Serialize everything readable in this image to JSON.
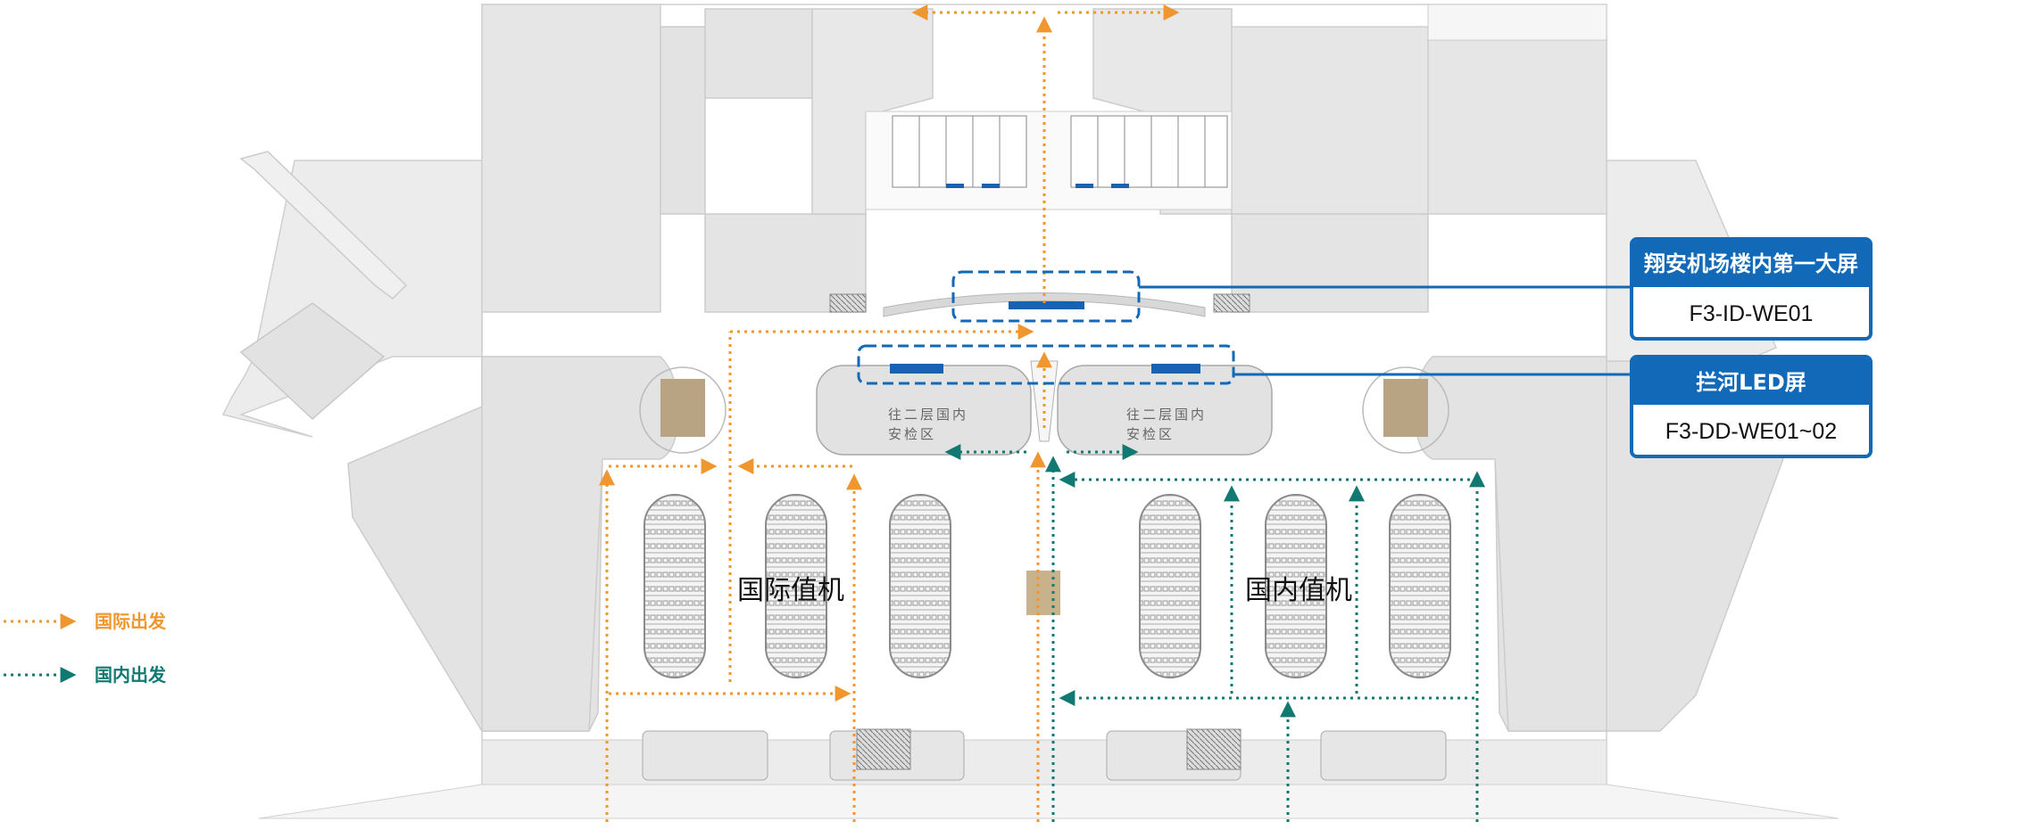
{
  "colors": {
    "international": "#f0962e",
    "domestic": "#127872",
    "callout_blue": "#1169b7",
    "screen_blue": "#1a61b3",
    "wall_gray": "#e3e3e3",
    "security_box": "#b8a383"
  },
  "zones": {
    "international_checkin": "国际值机",
    "domestic_checkin": "国内值机"
  },
  "security": {
    "left_line1": "往二层国内",
    "left_line2": "安检区",
    "right_line1": "往二层国内",
    "right_line2": "安检区"
  },
  "callouts": [
    {
      "title": "翔安机场楼内第一大屏",
      "code": "F3-ID-WE01"
    },
    {
      "title": "拦河LED屏",
      "code": "F3-DD-WE01~02"
    }
  ],
  "legend": [
    {
      "label": "国际出发",
      "color_key": "international"
    },
    {
      "label": "国内出发",
      "color_key": "domestic"
    }
  ]
}
